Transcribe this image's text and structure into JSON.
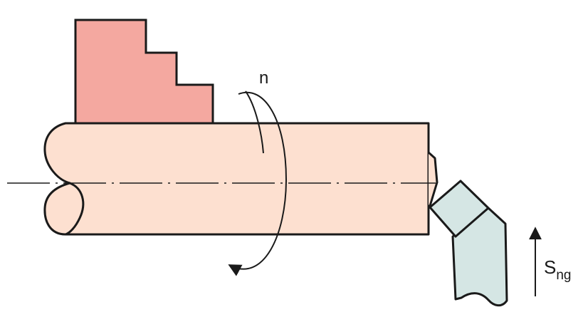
{
  "labels": {
    "rotation": "n",
    "feed_main": "S",
    "feed_sub": "ng"
  },
  "colors": {
    "workpiece_fill": "#fde0d0",
    "jaw_fill": "#f4a8a0",
    "tool_fill": "#d5e6e4",
    "outline": "#1a1a1a"
  },
  "icons": {
    "rotation": "rotation-arrow-icon",
    "feed": "feed-arrow-up-icon"
  }
}
